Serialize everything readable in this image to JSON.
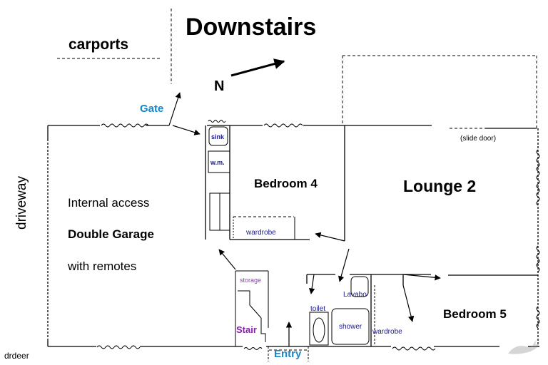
{
  "title": "Downstairs",
  "north_label": "N",
  "labels": {
    "carports": "carports",
    "gate": "Gate",
    "driveway": "driveway",
    "internal_access": "Internal access",
    "double_garage": "Double Garage",
    "with_remotes": "with remotes",
    "sink": "sink",
    "wm": "w.m.",
    "bedroom4": "Bedroom 4",
    "wardrobe_b4": "wardrobe",
    "lounge2": "Lounge 2",
    "slide_door": "(slide door)",
    "storage": "storage",
    "stair": "Stair",
    "entry": "Entry",
    "toilet": "toilet",
    "lavabo": "Lavabo",
    "shower": "shower",
    "wardrobe_b5": "wardrobe",
    "bedroom5": "Bedroom 5"
  },
  "watermark": "drdeer",
  "colors": {
    "line": "#000000",
    "gate_entry": "#1a86c8",
    "stair": "#8a1fb0",
    "storage": "#9b33c4",
    "fixture_text": "#1a1a8c"
  }
}
